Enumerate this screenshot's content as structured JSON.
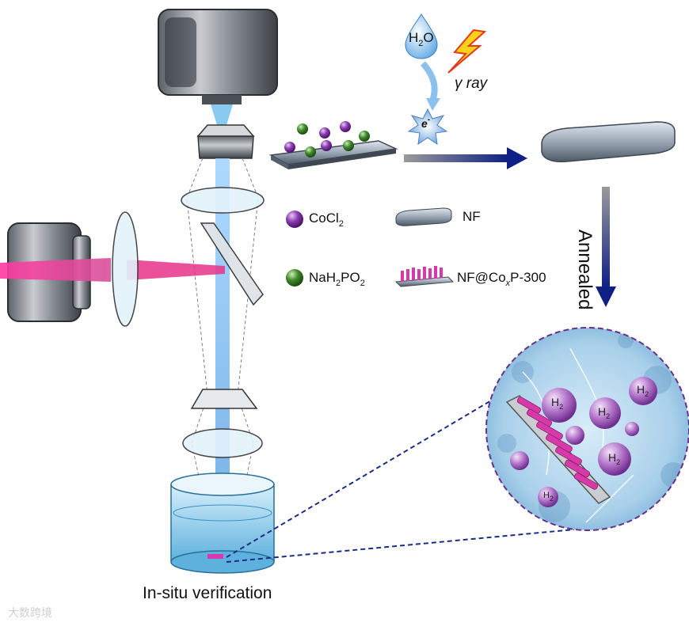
{
  "labels": {
    "h2o": {
      "main": "H",
      "sub": "2",
      "tail": "O"
    },
    "gamma_ray": "γ ray",
    "electron": {
      "main": "e",
      "sup": "-"
    },
    "annealed": "Annealed",
    "caption": "In-situ verification",
    "watermark": "大数跨境"
  },
  "legend": {
    "cocl2": {
      "main": "CoCl",
      "sub": "2"
    },
    "nf": "NF",
    "nah2po2": {
      "a": "NaH",
      "b": "2",
      "c": "PO",
      "d": "2"
    },
    "product": {
      "a": "NF@Co",
      "b": "x",
      "c": "P-300"
    }
  },
  "bubbles": [
    {
      "main": "H",
      "sub": "2"
    },
    {
      "main": "H",
      "sub": "2"
    },
    {
      "main": "H",
      "sub": "2"
    },
    {
      "main": "H",
      "sub": "2"
    },
    {
      "main": "H",
      "sub": "2"
    }
  ],
  "colors": {
    "cobalt_sphere": "#8a3bb0",
    "phosphite_sphere": "#3f8a2a",
    "laser": "#e8338a",
    "beam": "#6fb3e8",
    "arrow_navy": "#0e1f86",
    "bubble": "#b274c9",
    "rods": "#d63aa8"
  }
}
